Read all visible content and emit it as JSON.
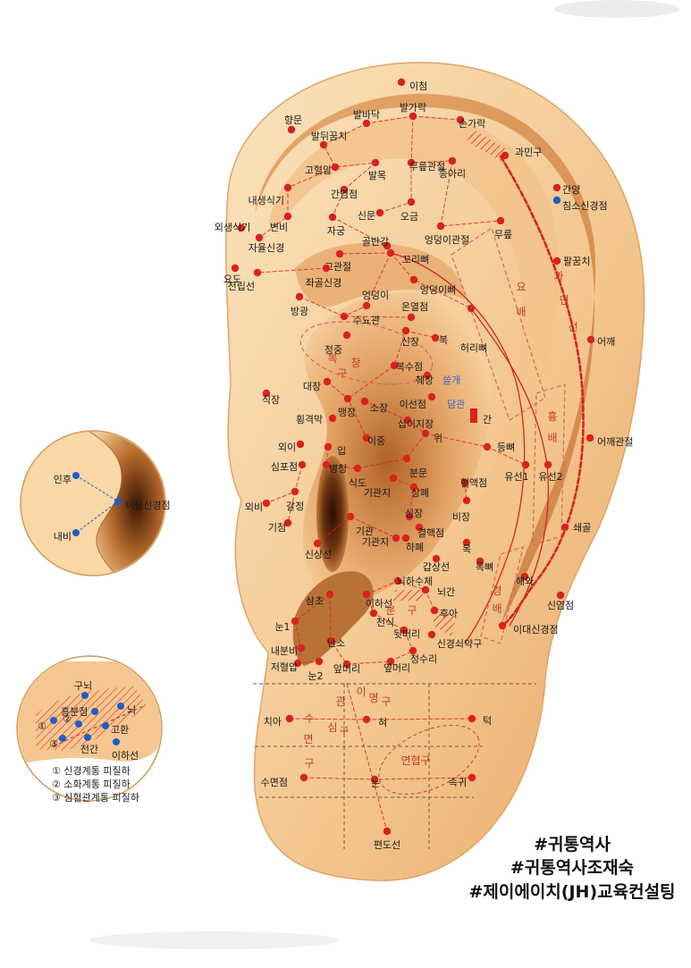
{
  "colors": {
    "point_red": "#d9221f",
    "point_blue": "#1d5fc4",
    "line_red": "#d9221f",
    "zone_text": "#c0392b",
    "skin_light": "#f9d7a6",
    "skin_mid": "#eaa863",
    "skin_dark": "#8a4a1e"
  },
  "ear_points": [
    "이첨",
    "향문",
    "발바닥",
    "발가락",
    "손가락",
    "과민구",
    "발뒤꿈치",
    "고혈압",
    "발목",
    "무릎관절",
    "종아리",
    "간양",
    "침소신경점",
    "내생식기",
    "간염점",
    "외생식기",
    "변비",
    "자궁",
    "신문",
    "오금",
    "자율신경",
    "고관절",
    "골반강",
    "엉덩이관절",
    "무릎",
    "꼬리뼈",
    "요도",
    "좌골신경",
    "전립선",
    "엉덩이",
    "엉덩이뼈",
    "팔꿈치",
    "방광",
    "수뇨관",
    "온열점",
    "어깨",
    "신장",
    "복",
    "허리뼈",
    "정중",
    "복수점",
    "췌장",
    "쓸개",
    "직장",
    "대장",
    "맹장",
    "소장",
    "이선점",
    "담관",
    "횡격막",
    "십이지장",
    "간",
    "외이",
    "입",
    "이중",
    "어깨관절",
    "심포점",
    "병청",
    "위",
    "등뼈",
    "분문",
    "식도",
    "유선1",
    "유선2",
    "외비",
    "갈정",
    "기관지",
    "상폐",
    "혈액점",
    "기점",
    "기관",
    "심장",
    "결핵점",
    "비장",
    "기관지",
    "하폐",
    "쇄골",
    "신상선",
    "목",
    "갑상선",
    "목뼈",
    "해와",
    "뇌하수체",
    "뇌간",
    "삼초",
    "이하선",
    "천식",
    "후아",
    "신염점",
    "눈1",
    "뒷머리",
    "이대신경점",
    "내분비",
    "신경쇠약구",
    "난소",
    "정수리",
    "저혈압",
    "눈2",
    "앞머리",
    "옆머리",
    "치아",
    "혀",
    "턱",
    "수면점",
    "눈",
    "속귀",
    "편도선"
  ],
  "zones": [
    "요",
    "배",
    "과",
    "민",
    "선",
    "흉",
    "배",
    "경",
    "배",
    "복",
    "창",
    "구",
    "운",
    "구",
    "관",
    "심",
    "구",
    "수",
    "면",
    "구",
    "이",
    "명",
    "구",
    "면협구"
  ],
  "inset_top": {
    "points": [
      "인후",
      "이섭신경점",
      "내비"
    ]
  },
  "inset_bottom": {
    "points": [
      "구뇌",
      "흥분점",
      "뇌",
      "고환",
      "전간",
      "이하선"
    ],
    "markers": [
      "①",
      "②",
      "③"
    ],
    "notes": [
      "① 신경계통 피질하",
      "② 소화계통 피질하",
      "③ 심혈관계통 피질하"
    ]
  },
  "hashtags": [
    "#귀통역사",
    "#귀통역사조재숙",
    "#제이에이치(JH)교육컨설팅"
  ]
}
